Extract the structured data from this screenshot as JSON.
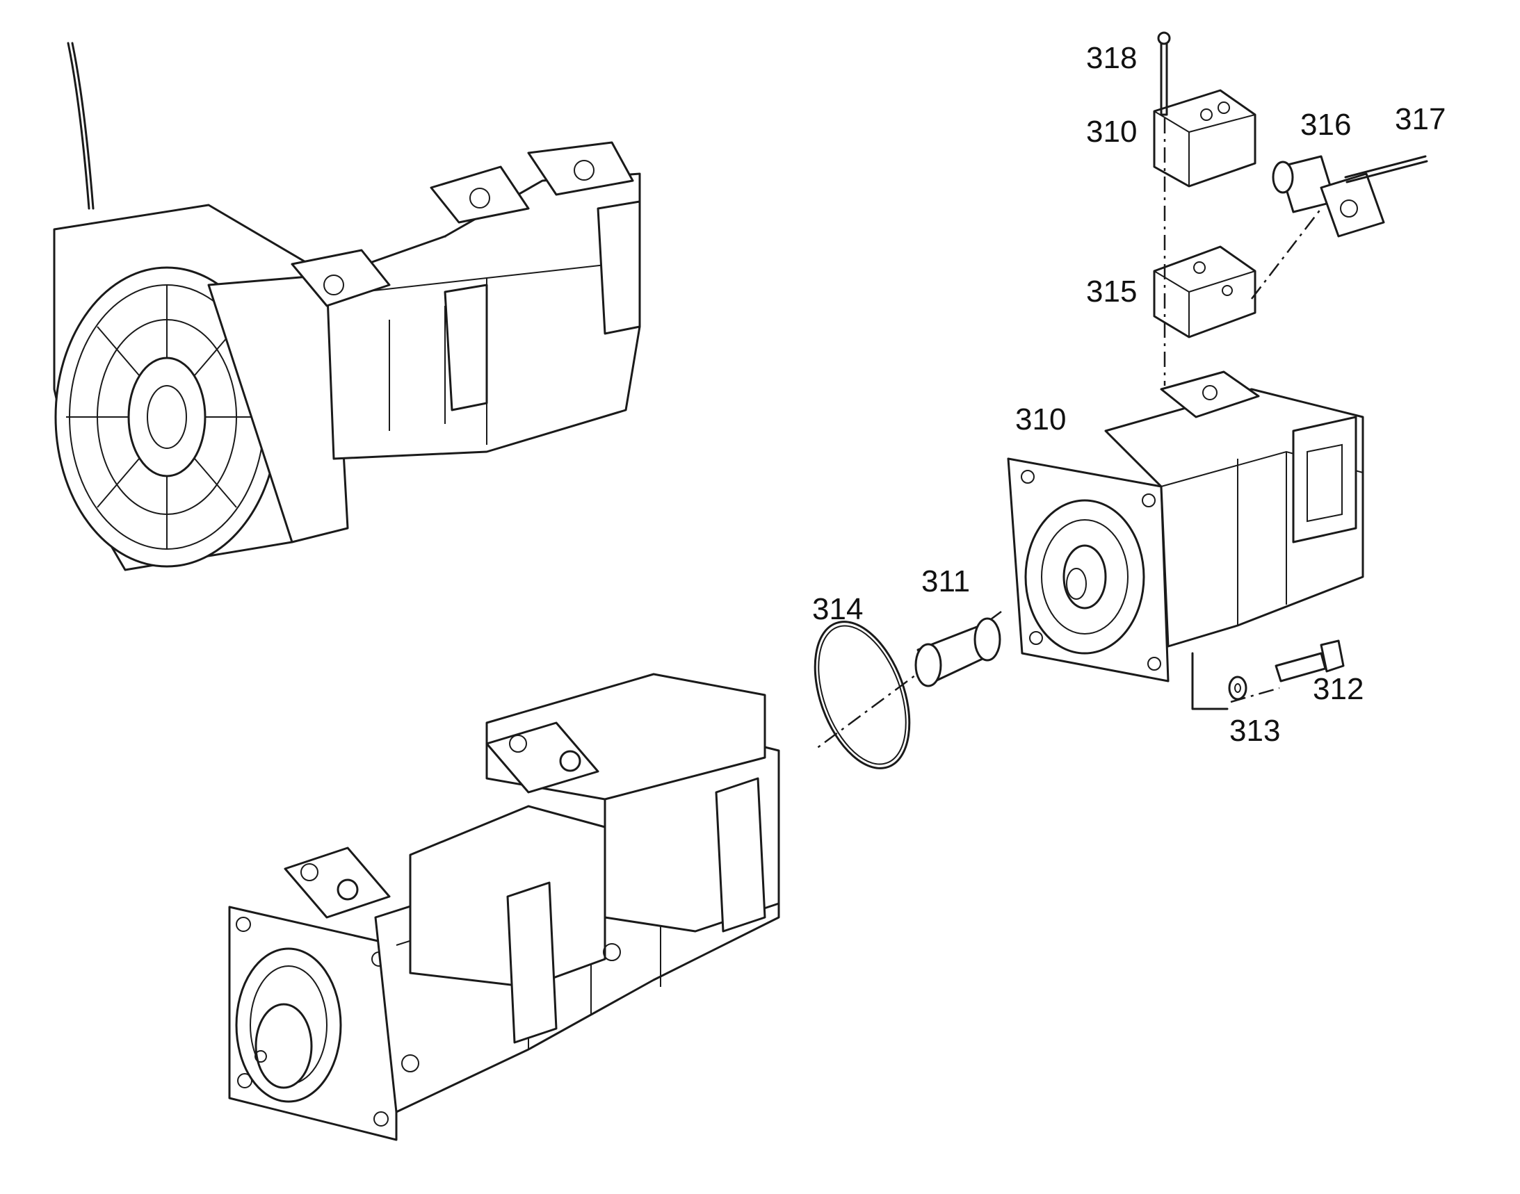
{
  "diagram": {
    "callouts": [
      {
        "id": "318",
        "text": "318"
      },
      {
        "id": "310a",
        "text": "310"
      },
      {
        "id": "316",
        "text": "316"
      },
      {
        "id": "317",
        "text": "317"
      },
      {
        "id": "315",
        "text": "315"
      },
      {
        "id": "310b",
        "text": "310"
      },
      {
        "id": "311",
        "text": "311"
      },
      {
        "id": "314",
        "text": "314"
      },
      {
        "id": "312",
        "text": "312"
      },
      {
        "id": "313",
        "text": "313"
      }
    ]
  }
}
